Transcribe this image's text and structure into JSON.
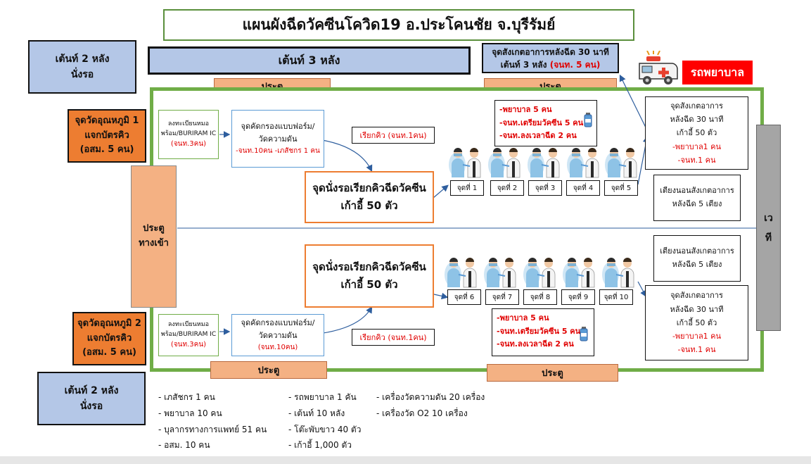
{
  "title": "แผนผังฉีดวัคซีนโควิด19  อ.ประโคนชัย  จ.บุรีรัมย์",
  "tent_2_top": [
    "เต้นท์ 2 หลัง",
    "นั่งรอ"
  ],
  "tent_2_bottom": [
    "เต้นท์ 2 หลัง",
    "นั่งรอ"
  ],
  "tent_3": "เต้นท์ 3 หลัง",
  "obs_top": {
    "line1": "จุดสังเกตอาการหลังฉีด 30 นาที",
    "line2": "เต้นท์ 3 หลัง",
    "line2_red": "(จนท. 5 คน)"
  },
  "ambulance_label": "รถพยาบาล",
  "door_label": "ประตู",
  "entrance": [
    "ประตู",
    "ทางเข้า"
  ],
  "stage": [
    "เว",
    "ที"
  ],
  "temp_1": [
    "จุดวัดอุณหภูมิ 1",
    "แจกบัตรคิว",
    "(อสม. 5 คน)"
  ],
  "temp_2": [
    "จุดวัดอุณหภูมิ 2",
    "แจกบัตรคิว",
    "(อสม. 5 คน)"
  ],
  "reg": {
    "line1": "ลงทะเบียนหมอ",
    "line2": "พร้อม/BURIRAM IC",
    "staff": "(จนท.3คน)"
  },
  "screen_top": {
    "line1": "จุดคัดกรองแบบฟอร์ม/",
    "line2": "วัดความดัน",
    "staff": "-จนท.10คน -เภสัชกร 1 คน"
  },
  "screen_bottom": {
    "line1": "จุดคัดกรองแบบฟอร์ม/",
    "line2": "วัดความดัน",
    "staff": "(จนท.10คน)"
  },
  "call_queue": {
    "text": "เรียกคิว",
    "staff": "(จนท.1คน)"
  },
  "wait_area": [
    "จุดนั่งรอเรียกคิวฉีดวัคซีน",
    "เก้าอี้  50 ตัว"
  ],
  "vaccine_staff": [
    "-พยาบาล 5 คน",
    "-จนท.เตรียมวัคซีน 5 คน",
    "-จนท.ลงเวลาฉีด 2 คน"
  ],
  "stations_top": [
    "จุดที่ 1",
    "จุดที่ 2",
    "จุดที่ 3",
    "จุดที่ 4",
    "จุดที่ 5"
  ],
  "stations_bottom": [
    "จุดที่ 6",
    "จุดที่ 7",
    "จุดที่ 8",
    "จุดที่ 9",
    "จุดที่ 10"
  ],
  "obs_inner": {
    "line1": "จุดสังเกตอาการ",
    "line2": "หลังฉีด 30 นาที",
    "line3": "เก้าอี้ 50 ตัว",
    "red1": "-พยาบาล1 คน",
    "red2": "-จนท.1 คน"
  },
  "bed": [
    "เตียงนอนสังเกตอาการ",
    "หลังฉีด 5 เตียง"
  ],
  "resources_col1": [
    "- เภสัชกร 1 คน",
    "- พยาบาล  10 คน",
    "- บุลากรทางการแพทย์ 51 คน",
    "- อสม. 10 คน"
  ],
  "resources_col2": [
    "- รถพยาบาล 1 คัน",
    "- เต้นท์ 10 หลัง",
    "- โต๊ะพับขาว 40 ตัว",
    "- เก้าอี้ 1,000 ตัว"
  ],
  "resources_col3": [
    "- เครื่องวัดความดัน 20 เครื่อง",
    "- เครื่องวัด O2   10 เครื่อง"
  ],
  "colors": {
    "frame_green": "#70ad47",
    "tent_blue": "#b4c7e7",
    "door_peach": "#f4b183",
    "temp_orange": "#ed7d31",
    "stage_gray": "#a5a5a5",
    "alert_red": "#ff0000"
  }
}
